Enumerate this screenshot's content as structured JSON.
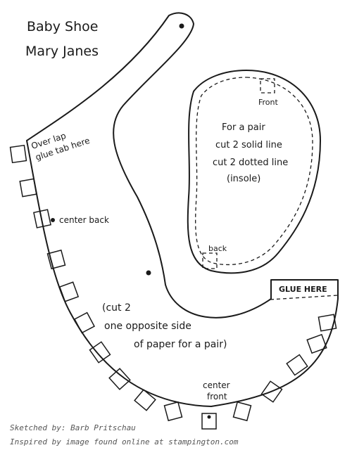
{
  "title": {
    "line1": "Baby Shoe",
    "line2": "Mary Janes"
  },
  "labels": {
    "overlap_line1": "Over lap",
    "overlap_line2": "glue tab here",
    "center_back": "center back",
    "cut_note_line1": "(cut 2",
    "cut_note_line2": "one opposite side",
    "cut_note_line3": "of paper for a pair)",
    "center_front_line1": "center",
    "center_front_line2": "front",
    "glue_here": "GLUE HERE"
  },
  "sole": {
    "front": "Front",
    "back": "back",
    "pair_line1": "For a pair",
    "pair_line2": "cut 2 solid line",
    "pair_line3": "cut 2 dotted line",
    "pair_line4": "(insole)"
  },
  "credits": {
    "line1": "Sketched by: Barb Pritschau",
    "line2": "Inspired by image found online at stampington.com"
  }
}
